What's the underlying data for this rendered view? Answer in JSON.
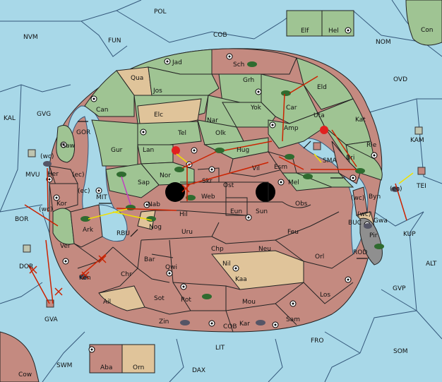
{
  "seas": [
    {
      "id": "pol",
      "label": "POL"
    },
    {
      "id": "nvm",
      "label": "NVM"
    },
    {
      "id": "fun",
      "label": "FUN"
    },
    {
      "id": "cob_n",
      "label": "COB"
    },
    {
      "id": "nom",
      "label": "NOM"
    },
    {
      "id": "ovd",
      "label": "OVD"
    },
    {
      "id": "kal",
      "label": "KAL"
    },
    {
      "id": "gvg",
      "label": "GVG"
    },
    {
      "id": "gor",
      "label": "GOR"
    },
    {
      "id": "kam",
      "label": "KAM"
    },
    {
      "id": "mvu",
      "label": "MVU"
    },
    {
      "id": "mit",
      "label": "MIT"
    },
    {
      "id": "rbu",
      "label": "RBU"
    },
    {
      "id": "sma",
      "label": "SMA"
    },
    {
      "id": "tei",
      "label": "TEI"
    },
    {
      "id": "bor",
      "label": "BOR"
    },
    {
      "id": "buc",
      "label": "BUC"
    },
    {
      "id": "kup",
      "label": "KUP"
    },
    {
      "id": "rod",
      "label": "ROD"
    },
    {
      "id": "alt",
      "label": "ALT"
    },
    {
      "id": "dor",
      "label": "DOR"
    },
    {
      "id": "gvp",
      "label": "GVP"
    },
    {
      "id": "gva",
      "label": "GVA"
    },
    {
      "id": "cob_s",
      "label": "COB"
    },
    {
      "id": "fro",
      "label": "FRO"
    },
    {
      "id": "som",
      "label": "SOM"
    },
    {
      "id": "swm",
      "label": "SWM"
    },
    {
      "id": "lit",
      "label": "LIT"
    },
    {
      "id": "dax",
      "label": "DAX"
    }
  ],
  "provinces": [
    {
      "id": "con",
      "label": "Con"
    },
    {
      "id": "elf",
      "label": "Elf"
    },
    {
      "id": "hel",
      "label": "Hel"
    },
    {
      "id": "jad",
      "label": "Jad"
    },
    {
      "id": "sch",
      "label": "Sch"
    },
    {
      "id": "qua",
      "label": "Qua"
    },
    {
      "id": "jos",
      "label": "Jos"
    },
    {
      "id": "grh",
      "label": "Grh"
    },
    {
      "id": "eld",
      "label": "Eld"
    },
    {
      "id": "can",
      "label": "Can"
    },
    {
      "id": "elc",
      "label": "Elc"
    },
    {
      "id": "nar",
      "label": "Nar"
    },
    {
      "id": "yok",
      "label": "Yok"
    },
    {
      "id": "car",
      "label": "Car"
    },
    {
      "id": "uta",
      "label": "Uta"
    },
    {
      "id": "kat",
      "label": "Kat"
    },
    {
      "id": "tel",
      "label": "Tel"
    },
    {
      "id": "olk",
      "label": "Olk"
    },
    {
      "id": "amp",
      "label": "Amp"
    },
    {
      "id": "gaw",
      "label": "Gaw"
    },
    {
      "id": "gur",
      "label": "Gur"
    },
    {
      "id": "lan",
      "label": "Lan"
    },
    {
      "id": "hug",
      "label": "Hug"
    },
    {
      "id": "rie",
      "label": "Rie"
    },
    {
      "id": "bri",
      "label": "Bri"
    },
    {
      "id": "nor",
      "label": "Nor"
    },
    {
      "id": "vil",
      "label": "Vil"
    },
    {
      "id": "esm",
      "label": "Esm"
    },
    {
      "id": "her",
      "label": "Her"
    },
    {
      "id": "sap",
      "label": "Sap"
    },
    {
      "id": "skr",
      "label": "Skr"
    },
    {
      "id": "ost",
      "label": "Ost"
    },
    {
      "id": "mel",
      "label": "Mel"
    },
    {
      "id": "byn",
      "label": "Byn"
    },
    {
      "id": "web",
      "label": "Web"
    },
    {
      "id": "kor",
      "label": "Kor"
    },
    {
      "id": "nab",
      "label": "Nab"
    },
    {
      "id": "hil",
      "label": "Hil"
    },
    {
      "id": "sun",
      "label": "Sun"
    },
    {
      "id": "obs",
      "label": "Obs"
    },
    {
      "id": "eun",
      "label": "Eun"
    },
    {
      "id": "gwa",
      "label": "Gwa"
    },
    {
      "id": "nog",
      "label": "Nog"
    },
    {
      "id": "ark",
      "label": "Ark"
    },
    {
      "id": "uru",
      "label": "Uru"
    },
    {
      "id": "feu",
      "label": "Feu"
    },
    {
      "id": "pir",
      "label": "Pir"
    },
    {
      "id": "ver",
      "label": "Ver"
    },
    {
      "id": "chp",
      "label": "Chp"
    },
    {
      "id": "neu",
      "label": "Neu"
    },
    {
      "id": "orl",
      "label": "Orl"
    },
    {
      "id": "bar",
      "label": "Bar"
    },
    {
      "id": "qwi",
      "label": "Qwi"
    },
    {
      "id": "nil",
      "label": "Nil"
    },
    {
      "id": "chr",
      "label": "Chr"
    },
    {
      "id": "ken",
      "label": "Ken"
    },
    {
      "id": "kaa",
      "label": "Kaa"
    },
    {
      "id": "los",
      "label": "Los"
    },
    {
      "id": "ail",
      "label": "Ail"
    },
    {
      "id": "sot",
      "label": "Sot"
    },
    {
      "id": "rot",
      "label": "Rot"
    },
    {
      "id": "mou",
      "label": "Mou"
    },
    {
      "id": "sam",
      "label": "Sam"
    },
    {
      "id": "zin",
      "label": "Zin"
    },
    {
      "id": "kar",
      "label": "Kar"
    },
    {
      "id": "aba",
      "label": "Aba"
    },
    {
      "id": "orn",
      "label": "Orn"
    },
    {
      "id": "cow",
      "label": "Cow"
    }
  ],
  "coast_tags": {
    "wc": "(wc)",
    "ec": "(ec)"
  },
  "colors": {
    "sea": "#a8d8e8",
    "green": "#9fc493",
    "red": "#c48a80",
    "tan": "#e0c49a",
    "grey": "#8f8f8f",
    "order_move": "#cc2200",
    "order_support": "#f0e000",
    "order_convoy": "#c040c0"
  }
}
